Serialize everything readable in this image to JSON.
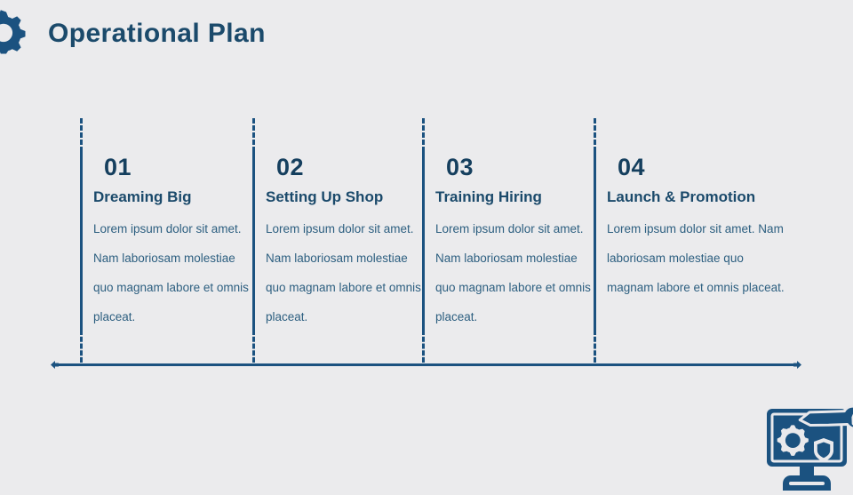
{
  "header": {
    "title": "Operational Plan",
    "gear_icon": "gear-icon",
    "accent_color": "#1b4a6b"
  },
  "theme": {
    "background": "#ebebed",
    "line_color": "#1b5280",
    "number_color": "#153f5e",
    "title_color": "#1b4a6b",
    "body_color": "#2d5f80"
  },
  "timeline": {
    "axis": {
      "left_cap_icon": "arrow-left-icon",
      "right_cap_icon": "arrow-right-icon"
    },
    "steps": [
      {
        "number": "01",
        "title": "Dreaming Big",
        "body": "Lorem ipsum dolor sit amet. Nam laboriosam molestiae quo magnam labore et omnis placeat."
      },
      {
        "number": "02",
        "title": "Setting Up Shop",
        "body": "Lorem ipsum dolor sit amet. Nam laboriosam molestiae quo magnam labore et omnis placeat."
      },
      {
        "number": "03",
        "title": "Training Hiring",
        "body": "Lorem ipsum dolor sit amet. Nam laboriosam molestiae quo magnam labore et omnis placeat."
      },
      {
        "number": "04",
        "title": "Launch & Promotion",
        "body": "Lorem ipsum dolor sit amet. Nam laboriosam molestiae quo magnam labore et omnis placeat."
      }
    ]
  },
  "decoration": {
    "corner_icon": "monitor-gear-wrench-shield-icon"
  }
}
